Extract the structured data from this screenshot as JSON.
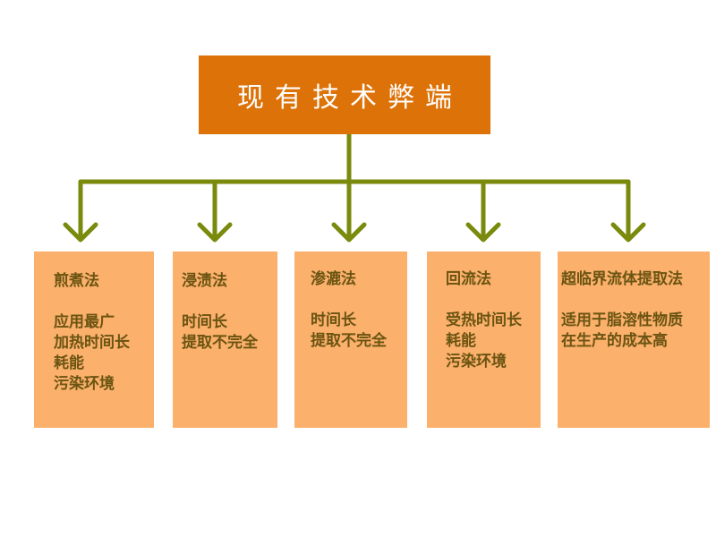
{
  "root": {
    "label": "现有技术弊端"
  },
  "colors": {
    "root_fill": "#dc7208",
    "root_text": "#ffffff",
    "leaf_fill": "#fbb06b",
    "leaf_text": "#6b5412",
    "connector": "#7a8a0c"
  },
  "methods": [
    {
      "title": "煎煮法",
      "lines": [
        "应用最广",
        "加热时间长",
        "耗能",
        "污染环境"
      ]
    },
    {
      "title": "浸渍法",
      "lines": [
        "时间长",
        "提取不完全"
      ]
    },
    {
      "title": "渗漉法",
      "lines": [
        "时间长",
        "提取不完全"
      ]
    },
    {
      "title": "回流法",
      "lines": [
        "受热时间长",
        "耗能",
        "污染环境"
      ]
    },
    {
      "title": "超临界流体提取法",
      "lines": [
        "适用于脂溶性物质",
        "在生产的成本高"
      ]
    }
  ]
}
